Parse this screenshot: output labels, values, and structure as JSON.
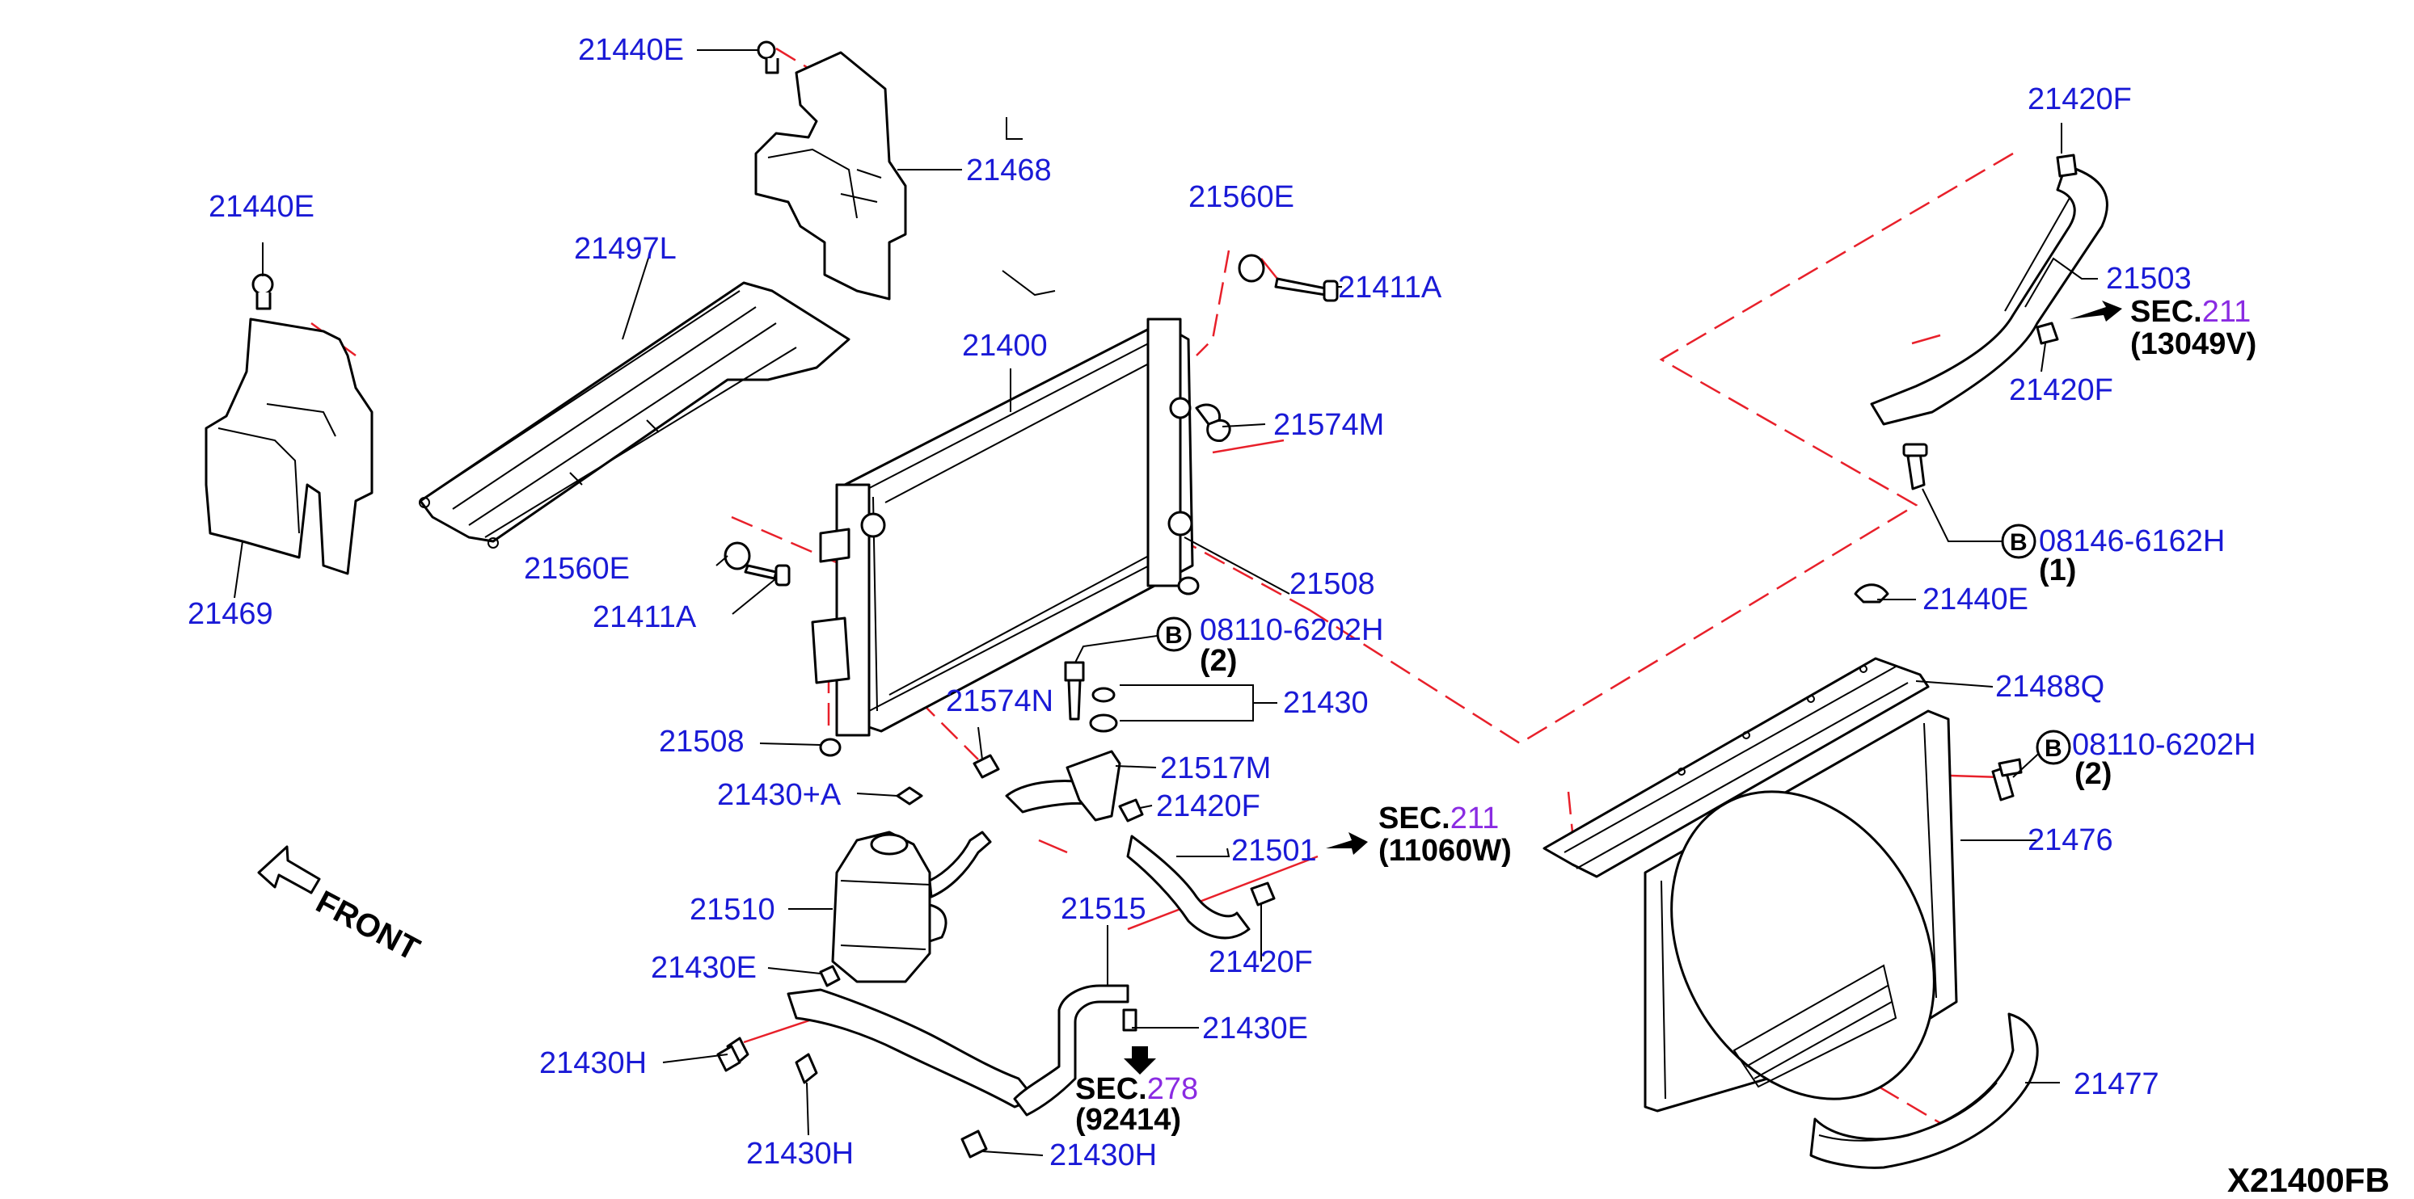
{
  "diagram": {
    "code": "X21400FB",
    "front_label": "FRONT",
    "bolt_badge": "B",
    "parts": {
      "p21440E_a": "21440E",
      "p21440E_b": "21440E",
      "p21440E_c": "21440E",
      "p21468": "21468",
      "p21497L": "21497L",
      "p21469": "21469",
      "p21560E_a": "21560E",
      "p21560E_b": "21560E",
      "p21411A_a": "21411A",
      "p21411A_b": "21411A",
      "p21400": "21400",
      "p21574M": "21574M",
      "p21574N": "21574N",
      "p21508_a": "21508",
      "p21508_b": "21508",
      "p08110_a": "08110-6202H",
      "p08110_a_qty": "(2)",
      "p08110_b": "08110-6202H",
      "p08110_b_qty": "(2)",
      "p08146": "08146-6162H",
      "p08146_qty": "(1)",
      "p21430": "21430",
      "p21430A": "21430+A",
      "p21517M": "21517M",
      "p21420F_a": "21420F",
      "p21420F_b": "21420F",
      "p21420F_c": "21420F",
      "p21420F_d": "21420F",
      "p21501": "21501",
      "p21503": "21503",
      "p21510": "21510",
      "p21515": "21515",
      "p21430E_a": "21430E",
      "p21430E_b": "21430E",
      "p21430H_a": "21430H",
      "p21430H_b": "21430H",
      "p21430H_c": "21430H",
      "p21488Q": "21488Q",
      "p21476": "21476",
      "p21477": "21477"
    },
    "sections": [
      {
        "prefix": "SEC.",
        "num": "211",
        "ref": "(13049V)"
      },
      {
        "prefix": "SEC.",
        "num": "211",
        "ref": "(11060W)"
      },
      {
        "prefix": "SEC.",
        "num": "278",
        "ref": "(92414)"
      }
    ]
  }
}
